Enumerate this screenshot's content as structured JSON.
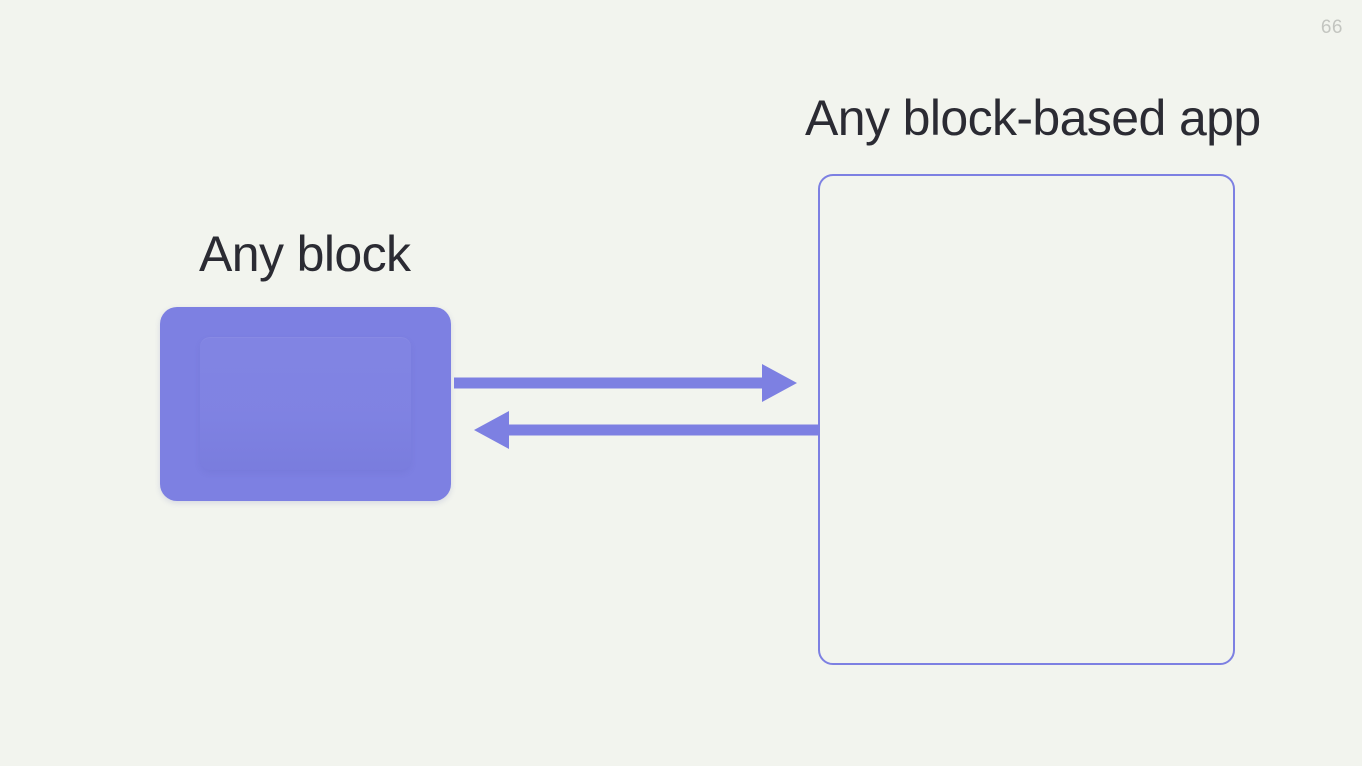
{
  "slide": {
    "page_number": "66",
    "background_color": "#f2f4ee",
    "accent_color": "#7d80e2",
    "text_color": "#2b2b33",
    "page_number_color": "#c3c5c0"
  },
  "labels": {
    "left_block": "Any block",
    "right_app": "Any block-based app"
  },
  "diagram": {
    "block": {
      "name": "Any block",
      "fill": "#7d80e2",
      "shape": "rounded-rectangle"
    },
    "app_frame": {
      "name": "Any block-based app",
      "stroke": "#7d80e2",
      "fill": "none",
      "shape": "rounded-rectangle-outline"
    },
    "connectors": [
      {
        "id": "block-to-app",
        "direction": "right",
        "from": "Any block",
        "to": "Any block-based app",
        "color": "#7d80e2"
      },
      {
        "id": "app-to-block",
        "direction": "left",
        "from": "Any block-based app",
        "to": "Any block",
        "color": "#7d80e2"
      }
    ]
  }
}
